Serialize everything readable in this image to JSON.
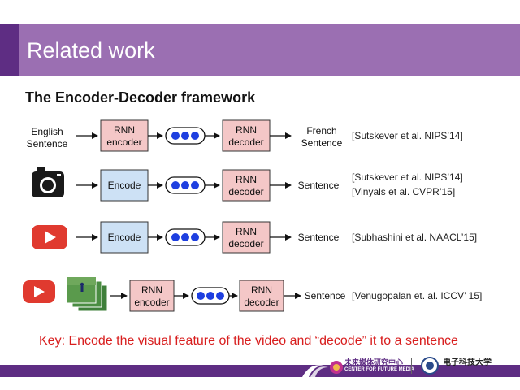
{
  "slide": {
    "title": "Related work",
    "subtitle": "The Encoder-Decoder framework",
    "key_text": "Key: Encode the visual feature of the video and “decode” it to a sentence"
  },
  "rows": [
    {
      "input_label_1": "English",
      "input_label_2": "Sentence",
      "encoder_1": "RNN",
      "encoder_2": "encoder",
      "decoder_1": "RNN",
      "decoder_2": "decoder",
      "output_1": "French",
      "output_2": "Sentence",
      "refs": [
        "[Sutskever et al. NIPS’14]"
      ]
    },
    {
      "input_icon": "camera-icon",
      "encoder_1": "Encode",
      "decoder_1": "RNN",
      "decoder_2": "decoder",
      "output_1": "Sentence",
      "refs": [
        "[Sutskever et al. NIPS’14]",
        "[Vinyals et al. CVPR’15]"
      ]
    },
    {
      "input_icon": "video-play-icon",
      "encoder_1": "Encode",
      "decoder_1": "RNN",
      "decoder_2": "decoder",
      "output_1": "Sentence",
      "refs": [
        "[Subhashini et al. NAACL’15]"
      ]
    },
    {
      "input_icon": "video-play-icon",
      "frames_icon": "video-frames-icon",
      "encoder_1": "RNN",
      "encoder_2": "encoder",
      "decoder_1": "RNN",
      "decoder_2": "decoder",
      "output_1": "Sentence",
      "refs": [
        "[Venugopalan et. al. ICCV’ 15]"
      ]
    }
  ],
  "footer": {
    "cfm_name_cn": "未来媒体研究中心",
    "cfm_name_en": "CENTER FOR FUTURE MEDIA",
    "uestc_name_cn": "电子科技大学"
  },
  "colors": {
    "title_bar": "#9b6fb2",
    "accent": "#5e2d83",
    "rnn_box": "#f4c7c7",
    "encode_box": "#cde1f5",
    "dots": "#1e3fe0",
    "key_text": "#d81e1e",
    "play_button": "#e03a2f"
  }
}
